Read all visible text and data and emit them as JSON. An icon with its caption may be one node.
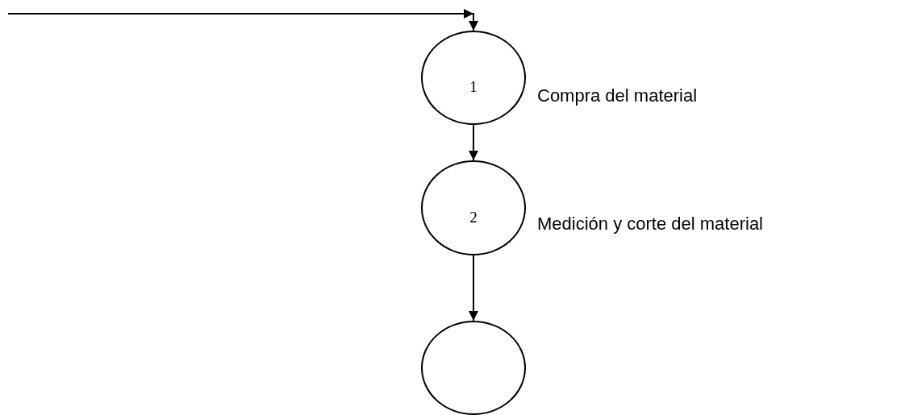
{
  "diagram": {
    "nodes": [
      {
        "text": [
          "1"
        ],
        "beside": [
          "Compra del material"
        ]
      },
      {
        "text": [
          "2"
        ],
        "beside": [
          "Medición y corte del material"
        ]
      },
      {
        "text": [],
        "shape": "circle"
      }
    ],
    "edges": [
      {
        "from": null,
        "to": 0,
        "arrow": "to"
      },
      {
        "from": 0,
        "to": 1,
        "arrow": "to"
      },
      {
        "from": 1,
        "to": 2,
        "arrow": "to"
      }
    ]
  }
}
